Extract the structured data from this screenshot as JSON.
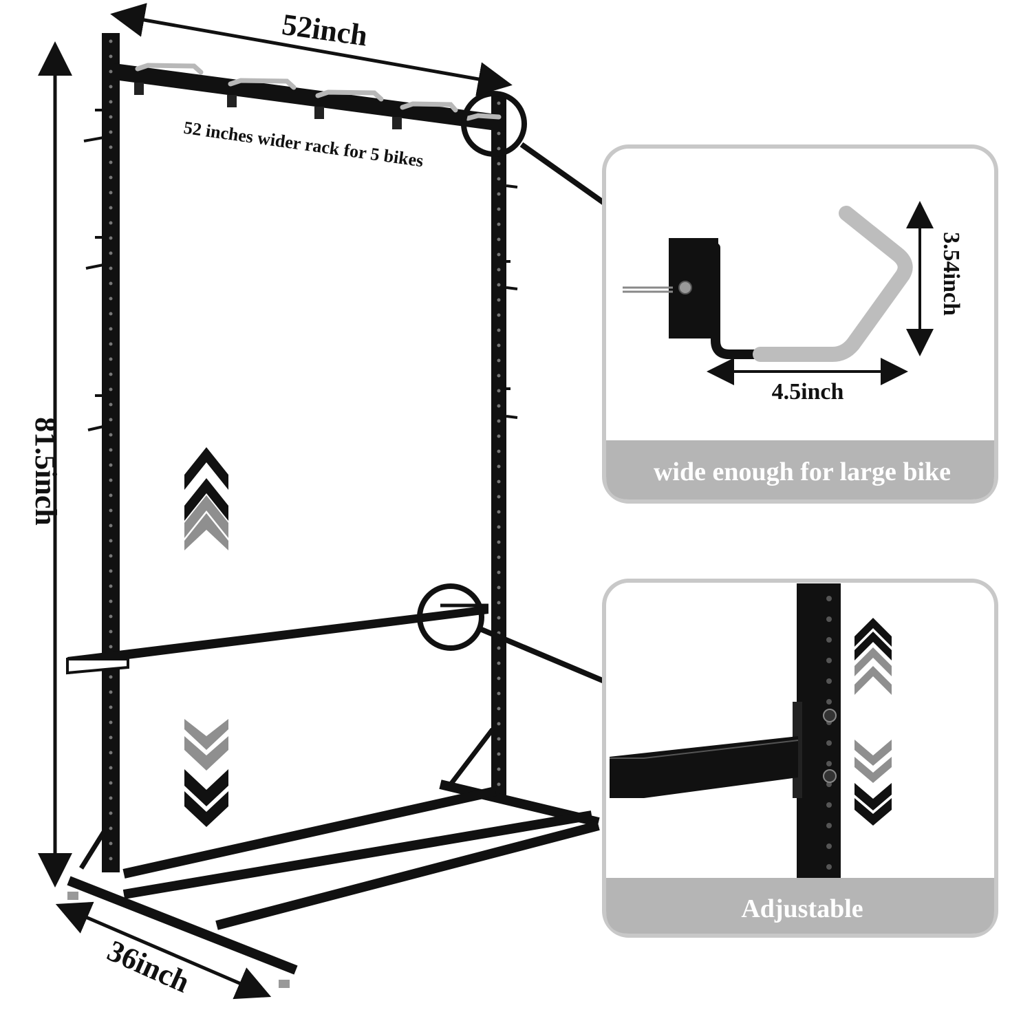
{
  "dimensions": {
    "width_label": "52inch",
    "height_label": "81.5inch",
    "depth_label": "36inch"
  },
  "rack_caption": "52 inches wider rack for 5 bikes",
  "hook_panel": {
    "height_label": "3.54inch",
    "width_label": "4.5inch",
    "caption": "wide enough for large bike"
  },
  "adjust_panel": {
    "caption": "Adjustable"
  },
  "colors": {
    "frame": "#0d0d0d",
    "hook_gray": "#bdbdbd",
    "panel_border": "#c8c8c8",
    "caption_band": "#b5b5b5",
    "chevron_gray": "#8f8f8f"
  },
  "icons": [
    "arrow-up-chevrons-icon",
    "arrow-down-chevrons-icon",
    "zoom-circle-icon",
    "bike-hook-icon"
  ]
}
